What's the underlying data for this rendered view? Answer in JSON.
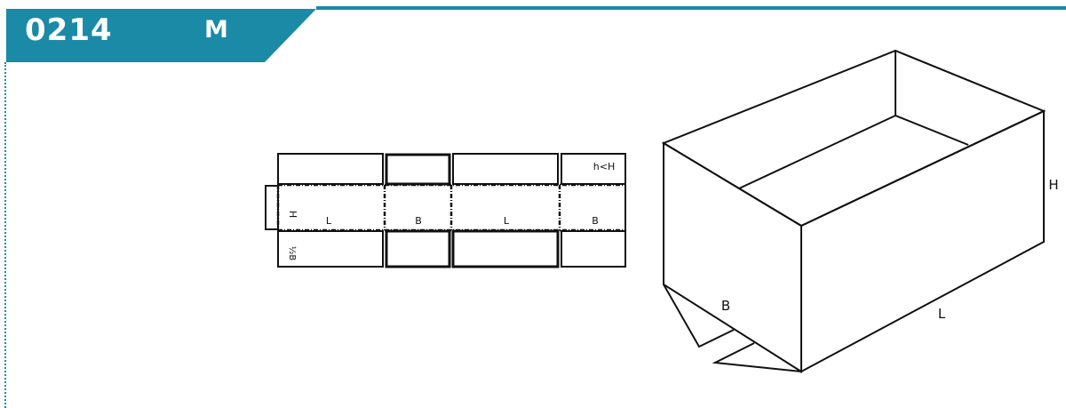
{
  "header": {
    "code": "0214",
    "size": "M",
    "accent_color": "#1a8aa6"
  },
  "flat_layout": {
    "panel_labels": {
      "panel1": "L",
      "panel2": "B",
      "panel3": "L",
      "panel4": "B"
    },
    "height_label": "H",
    "flap_label": "½B",
    "flap_height_note": "h<H"
  },
  "box_3d": {
    "length_label": "L",
    "width_label": "B",
    "height_label": "H"
  }
}
